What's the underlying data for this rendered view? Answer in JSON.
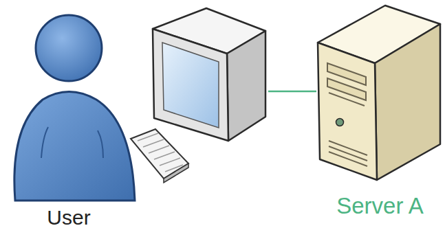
{
  "diagram": {
    "nodes": [
      {
        "text": [
          "User"
        ]
      },
      {
        "text": [
          "Server A"
        ]
      }
    ],
    "edges": [
      {
        "from": 0,
        "to": 1,
        "arrow": "none"
      }
    ]
  }
}
